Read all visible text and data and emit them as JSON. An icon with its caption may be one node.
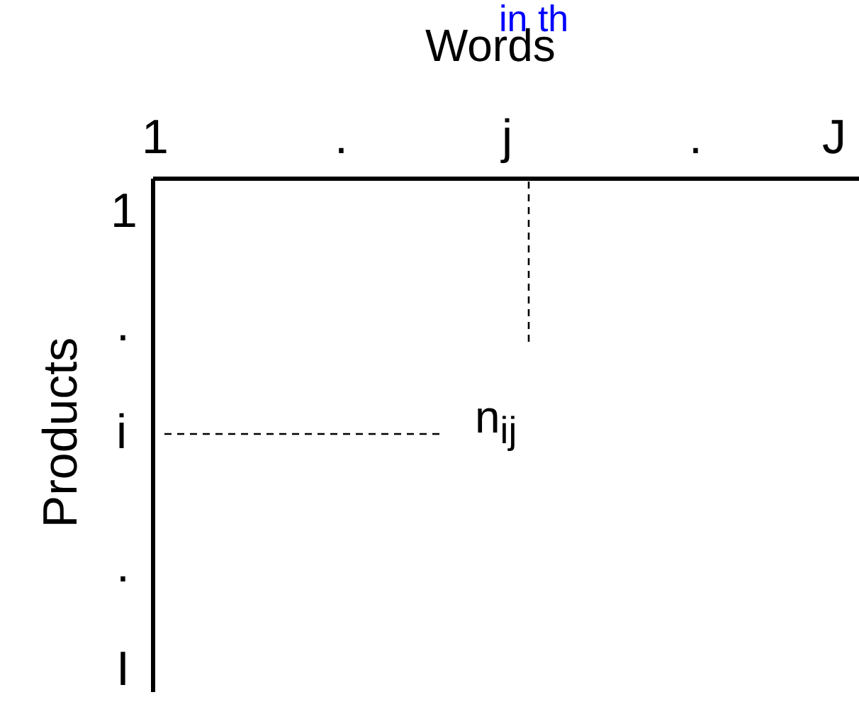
{
  "diagram": {
    "labels": [
      "in th",
      "Words",
      "1",
      ".",
      "j",
      ".",
      "J",
      "1",
      "Products",
      ".",
      "i",
      "n$_{ij}$",
      ".",
      "I"
    ]
  }
}
